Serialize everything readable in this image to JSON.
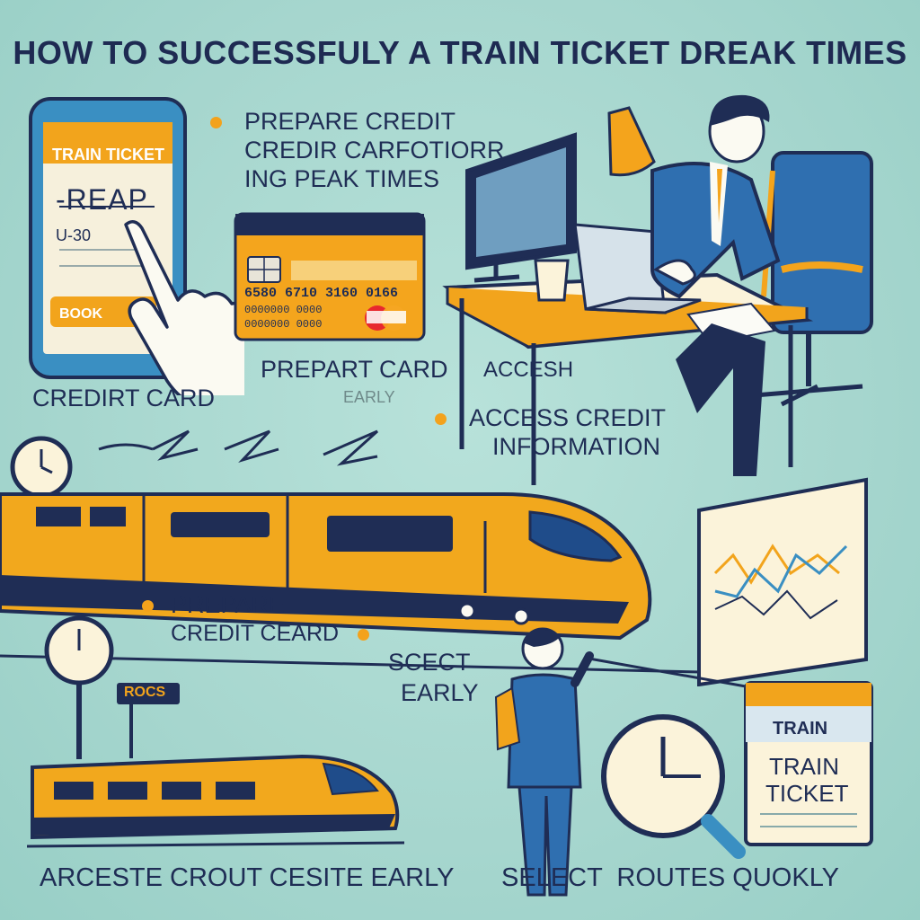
{
  "title": "HOW TO SUCCESSFULY A TRAIN TICKET DREAK TIMES",
  "phone": {
    "header": "TRAIN TICKET",
    "big_text": "-REAP",
    "small_text": "U-30",
    "button": "BOOK"
  },
  "labels": {
    "prepare_credit": [
      "PREPARE CREDIT",
      "CREDIR CARFOTIORR",
      "ING PEAK TIMES"
    ],
    "credit_card_left": "CREDIRT CARD",
    "prepare_card": "PREPART CARD",
    "acces_small": "ACCESH",
    "early_small": "EARLY",
    "access_credit": [
      "ACCESS CREDIT",
      "INFORMATION"
    ],
    "prepare_middle": [
      "PREPARE",
      "CREDIT CEARD"
    ],
    "select_early": [
      "SCECT",
      "EARLY"
    ],
    "bottom_left": "ARCESTE CROUT CESITE EARLY",
    "bottom_right": "SELECT  ROUTES QUOKLY",
    "platform_sign": "ROCS"
  },
  "credit_card": {
    "number": "6580 6710 3160 0166",
    "line2": "0000000 0000",
    "line3": "0000000 0000"
  },
  "ticket": {
    "header": "TRAIN",
    "line1": "TRAIN",
    "line2": "TICKET"
  },
  "colors": {
    "background": "#a9d8d0",
    "train_orange": "#f2a81d",
    "navy": "#1f2d55",
    "accent_dot": "#f3a21c"
  }
}
